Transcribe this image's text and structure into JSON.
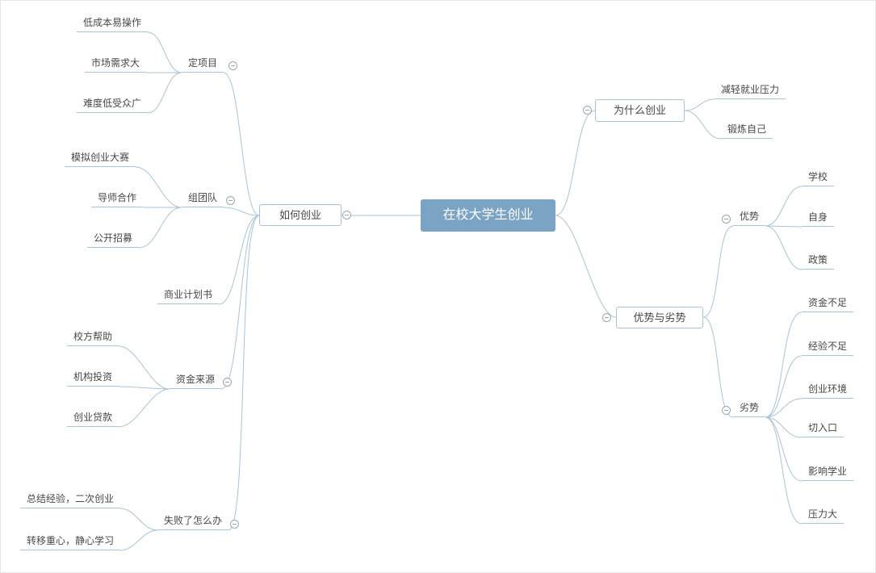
{
  "colors": {
    "line": "#aac3d6",
    "root_bg": "#7ba3c4",
    "box_border": "#a9c2d6",
    "text": "#474747"
  },
  "icons": {
    "collapse": "minus-circle-icon"
  },
  "tree": {
    "root": {
      "label": "在校大学生创业"
    },
    "left": [
      {
        "label": "如何创业",
        "children": [
          {
            "label": "定项目",
            "children": [
              {
                "label": "低成本易操作"
              },
              {
                "label": "市场需求大"
              },
              {
                "label": "难度低受众广"
              }
            ]
          },
          {
            "label": "组团队",
            "children": [
              {
                "label": "模拟创业大赛"
              },
              {
                "label": "导师合作"
              },
              {
                "label": "公开招募"
              }
            ]
          },
          {
            "label": "商业计划书",
            "children": []
          },
          {
            "label": "资金来源",
            "children": [
              {
                "label": "校方帮助"
              },
              {
                "label": "机构投资"
              },
              {
                "label": "创业贷款"
              }
            ]
          },
          {
            "label": "失败了怎么办",
            "children": [
              {
                "label": "总结经验，二次创业"
              },
              {
                "label": "转移重心，静心学习"
              }
            ]
          }
        ]
      }
    ],
    "right": [
      {
        "label": "为什么创业",
        "children": [
          {
            "label": "减轻就业压力"
          },
          {
            "label": "锻炼自己"
          }
        ]
      },
      {
        "label": "优势与劣势",
        "children": [
          {
            "label": "优势",
            "children": [
              {
                "label": "学校"
              },
              {
                "label": "自身"
              },
              {
                "label": "政策"
              }
            ]
          },
          {
            "label": "劣势",
            "children": [
              {
                "label": "资金不足"
              },
              {
                "label": "经验不足"
              },
              {
                "label": "创业环境"
              },
              {
                "label": "切入口"
              },
              {
                "label": "影响学业"
              },
              {
                "label": "压力大"
              }
            ]
          }
        ]
      }
    ]
  }
}
